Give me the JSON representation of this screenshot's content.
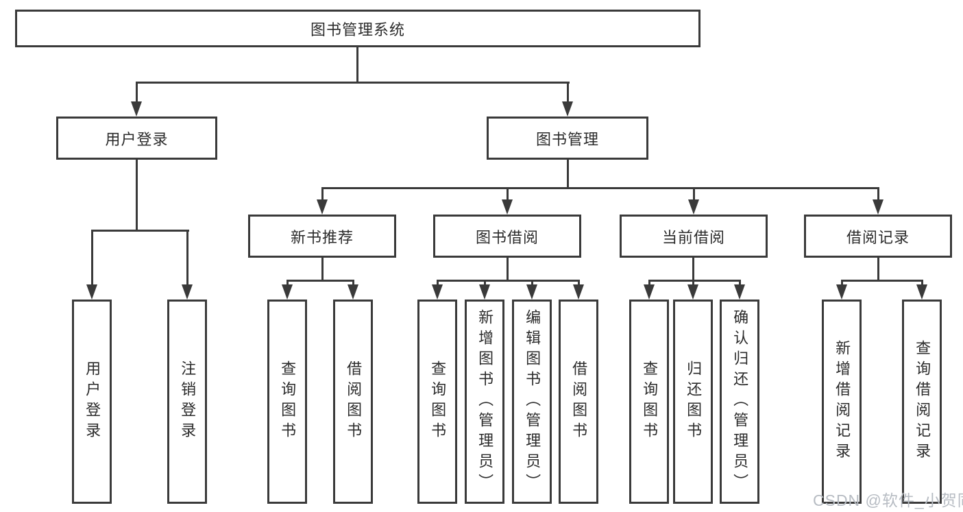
{
  "diagram": {
    "title": "图书管理系统",
    "root": {
      "label": "图书管理系统"
    },
    "level2": [
      {
        "label": "用户登录",
        "children": [
          {
            "label": "用户登录"
          },
          {
            "label": "注销登录"
          }
        ]
      },
      {
        "label": "图书管理",
        "children": [
          {
            "label": "新书推荐",
            "children": [
              {
                "label": "查询图书"
              },
              {
                "label": "借阅图书"
              }
            ]
          },
          {
            "label": "图书借阅",
            "children": [
              {
                "label": "查询图书"
              },
              {
                "label": "新增图书（管理员）"
              },
              {
                "label": "编辑图书（管理员）"
              },
              {
                "label": "借阅图书"
              }
            ]
          },
          {
            "label": "当前借阅",
            "children": [
              {
                "label": "查询图书"
              },
              {
                "label": "归还图书"
              },
              {
                "label": "确认归还（管理员）"
              }
            ]
          },
          {
            "label": "借阅记录",
            "children": [
              {
                "label": "新增借阅记录"
              },
              {
                "label": "查询借阅记录"
              }
            ]
          }
        ]
      }
    ]
  },
  "watermark": {
    "text": "CSDN @软件_小贺同学",
    "color": "#b7bcc3"
  },
  "colors": {
    "line": "#3a3a3a",
    "text": "#2b2b2b",
    "background": "#ffffff"
  }
}
